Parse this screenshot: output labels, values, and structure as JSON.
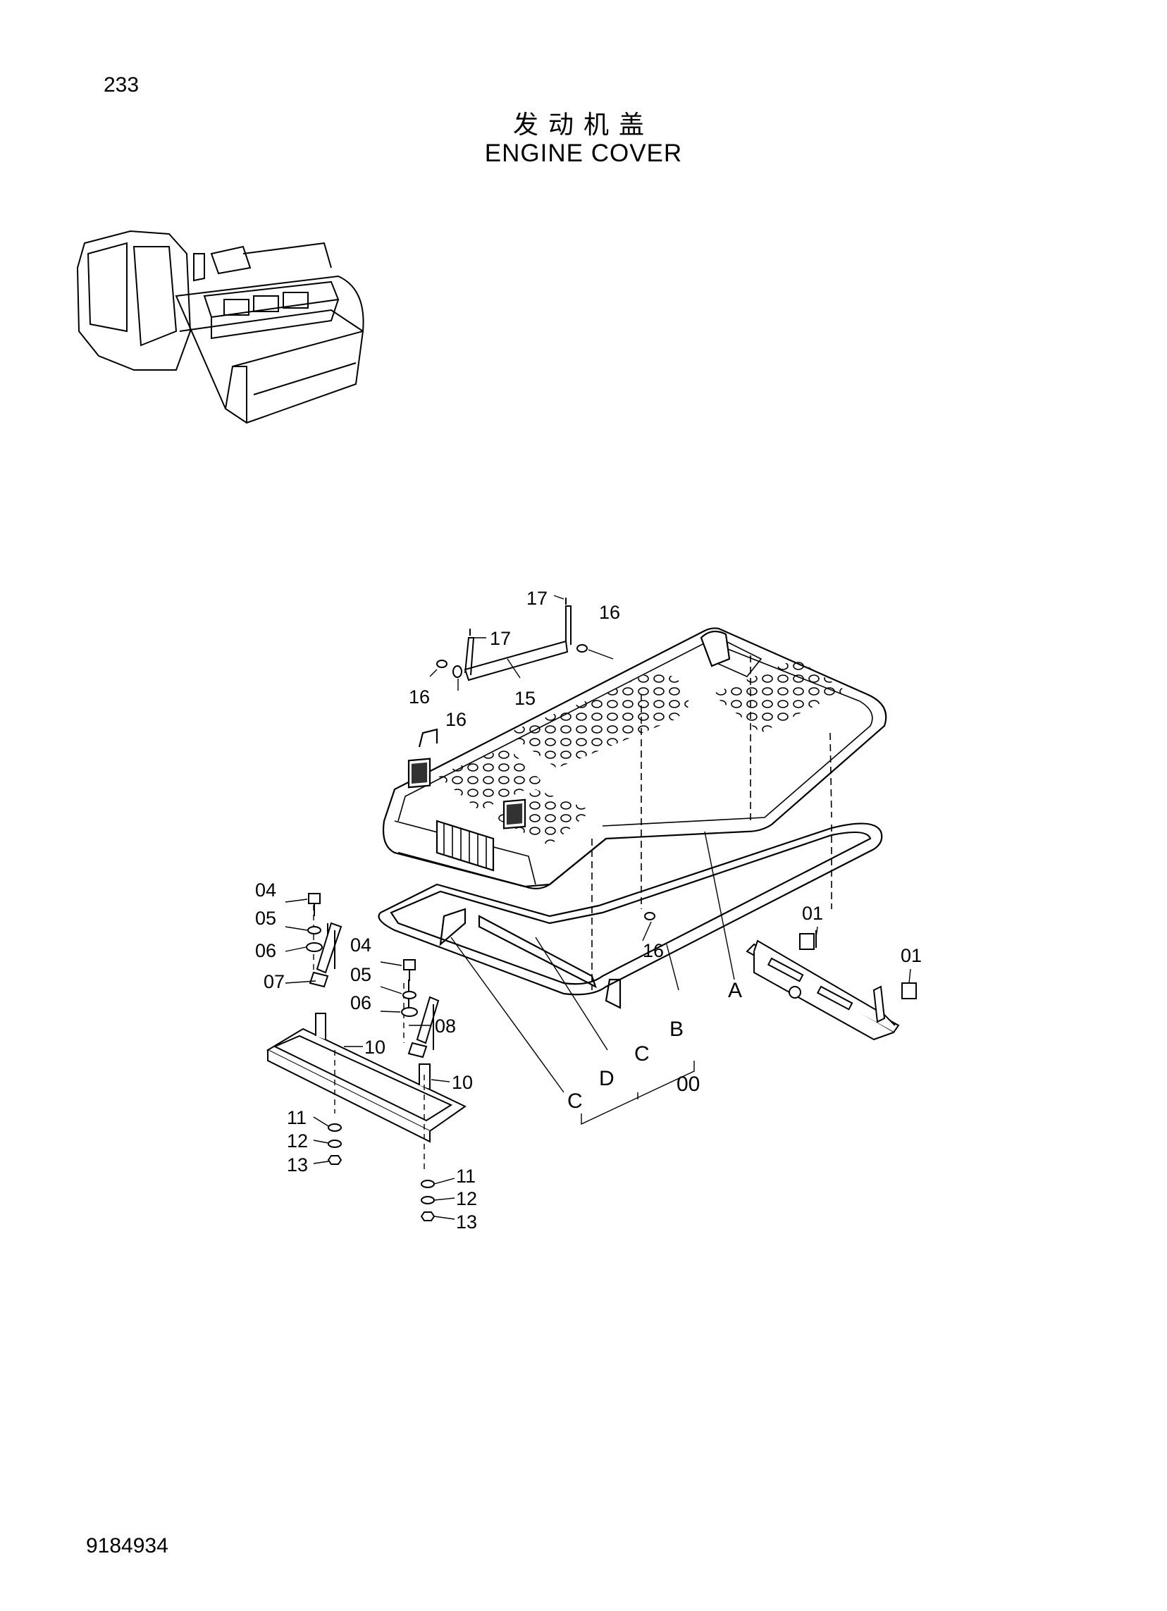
{
  "page_number": "233",
  "title_cn": "发动机盖",
  "title_en": "ENGINE COVER",
  "document_number": "9184934",
  "callouts": {
    "c17a": "17",
    "c17b": "17",
    "c16a": "16",
    "c16b": "16",
    "c16c": "16",
    "c16d": "16",
    "c15": "15",
    "c04a": "04",
    "c05a": "05",
    "c06a": "06",
    "c07": "07",
    "c04b": "04",
    "c05b": "05",
    "c06b": "06",
    "c08": "08",
    "c10a": "10",
    "c10b": "10",
    "c11a": "11",
    "c12a": "12",
    "c13a": "13",
    "c11b": "11",
    "c12b": "12",
    "c13b": "13",
    "c01a": "01",
    "c01b": "01",
    "cA": "A",
    "cB": "B",
    "cC1": "C",
    "cC2": "C",
    "cD": "D",
    "c00": "00"
  }
}
